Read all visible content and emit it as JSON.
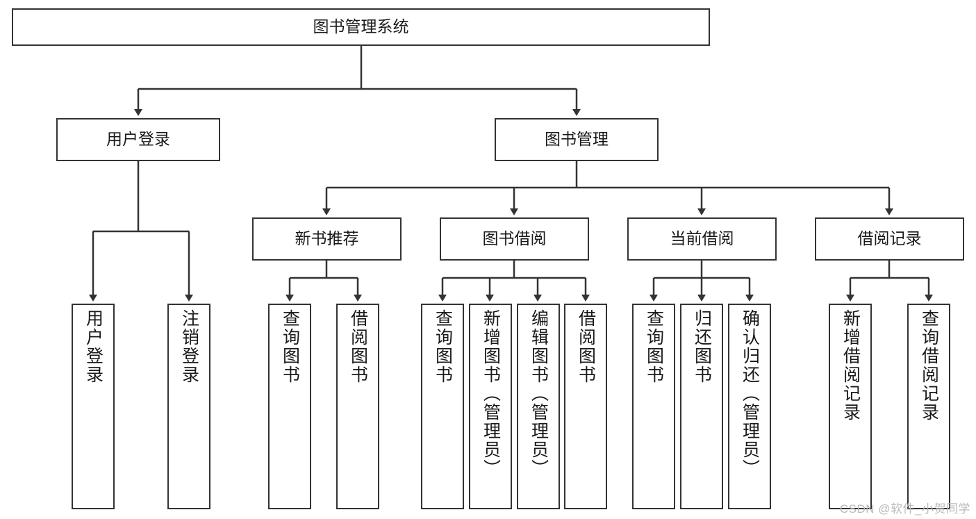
{
  "diagram": {
    "type": "tree-hierarchy-chart",
    "title": "图书管理系统",
    "watermark": "CSDN @软件_小贺同学",
    "colors": {
      "box_border": "#333333",
      "box_fill": "#ffffff",
      "connector": "#333333",
      "text": "#1a1a1a",
      "watermark": "#b9b9b9"
    },
    "levels": [
      {
        "level": 1,
        "nodes": [
          {
            "id": "root",
            "label": "图书管理系统",
            "orientation": "horizontal"
          }
        ]
      },
      {
        "level": 2,
        "nodes": [
          {
            "id": "user-login",
            "label": "用户登录",
            "orientation": "horizontal",
            "parent": "root"
          },
          {
            "id": "book-manage",
            "label": "图书管理",
            "orientation": "horizontal",
            "parent": "root"
          }
        ]
      },
      {
        "level": 3,
        "nodes": [
          {
            "id": "new-book-rec",
            "label": "新书推荐",
            "orientation": "horizontal",
            "parent": "book-manage"
          },
          {
            "id": "book-borrow",
            "label": "图书借阅",
            "orientation": "horizontal",
            "parent": "book-manage"
          },
          {
            "id": "current-borrow",
            "label": "当前借阅",
            "orientation": "horizontal",
            "parent": "book-manage"
          },
          {
            "id": "borrow-record",
            "label": "借阅记录",
            "orientation": "horizontal",
            "parent": "book-manage"
          }
        ]
      },
      {
        "level": 4,
        "nodes": [
          {
            "id": "leaf-user-login",
            "label": "用户登录",
            "orientation": "vertical",
            "parent": "user-login"
          },
          {
            "id": "leaf-logout",
            "label": "注销登录",
            "orientation": "vertical",
            "parent": "user-login"
          },
          {
            "id": "leaf-query-book-1",
            "label": "查询图书",
            "orientation": "vertical",
            "parent": "new-book-rec"
          },
          {
            "id": "leaf-borrow-book-1",
            "label": "借阅图书",
            "orientation": "vertical",
            "parent": "new-book-rec"
          },
          {
            "id": "leaf-query-book-2",
            "label": "查询图书",
            "orientation": "vertical",
            "parent": "book-borrow"
          },
          {
            "id": "leaf-add-book",
            "label": "新增图书（管理员）",
            "orientation": "vertical",
            "parent": "book-borrow"
          },
          {
            "id": "leaf-edit-book",
            "label": "编辑图书（管理员）",
            "orientation": "vertical",
            "parent": "book-borrow"
          },
          {
            "id": "leaf-borrow-book-2",
            "label": "借阅图书",
            "orientation": "vertical",
            "parent": "book-borrow"
          },
          {
            "id": "leaf-query-book-3",
            "label": "查询图书",
            "orientation": "vertical",
            "parent": "current-borrow"
          },
          {
            "id": "leaf-return-book",
            "label": "归还图书",
            "orientation": "vertical",
            "parent": "current-borrow"
          },
          {
            "id": "leaf-confirm-return",
            "label": "确认归还（管理员）",
            "orientation": "vertical",
            "parent": "current-borrow"
          },
          {
            "id": "leaf-add-record",
            "label": "新增借阅记录",
            "orientation": "vertical",
            "parent": "borrow-record"
          },
          {
            "id": "leaf-query-record",
            "label": "查询借阅记录",
            "orientation": "vertical",
            "parent": "borrow-record"
          }
        ]
      }
    ]
  }
}
